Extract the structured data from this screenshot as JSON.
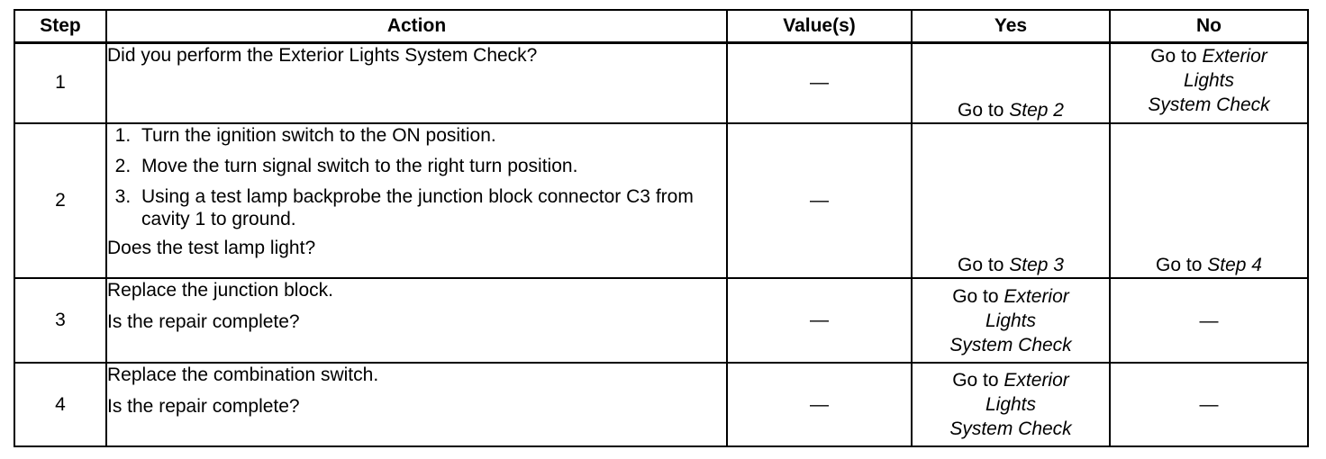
{
  "headers": {
    "step": "Step",
    "action": "Action",
    "values": "Value(s)",
    "yes": "Yes",
    "no": "No"
  },
  "rows": [
    {
      "step": "1",
      "question": "Did you perform the Exterior Lights System Check?",
      "value": "—",
      "yes": {
        "prefix": "Go to",
        "target": "Step 2"
      },
      "no": {
        "prefix": "Go to",
        "target1": "Exterior",
        "target2": "Lights",
        "target3": "System Check"
      }
    },
    {
      "step": "2",
      "instructions": [
        "Turn the ignition switch to the ON position.",
        "Move the turn signal switch to the right turn position.",
        "Using a test lamp backprobe the junction block connector C3 from cavity 1 to ground."
      ],
      "question": "Does the test lamp light?",
      "value": "—",
      "yes": {
        "prefix": "Go to",
        "target": "Step 3"
      },
      "no": {
        "prefix": "Go to",
        "target": "Step 4"
      }
    },
    {
      "step": "3",
      "instruction": "Replace the junction block.",
      "question": "Is the repair complete?",
      "value": "—",
      "yes": {
        "prefix": "Go to",
        "target1": "Exterior",
        "target2": "Lights",
        "target3": "System Check"
      },
      "no": "—"
    },
    {
      "step": "4",
      "instruction": "Replace the combination switch.",
      "question": "Is the repair complete?",
      "value": "—",
      "yes": {
        "prefix": "Go to",
        "target1": "Exterior",
        "target2": "Lights",
        "target3": "System Check"
      },
      "no": "—"
    }
  ]
}
